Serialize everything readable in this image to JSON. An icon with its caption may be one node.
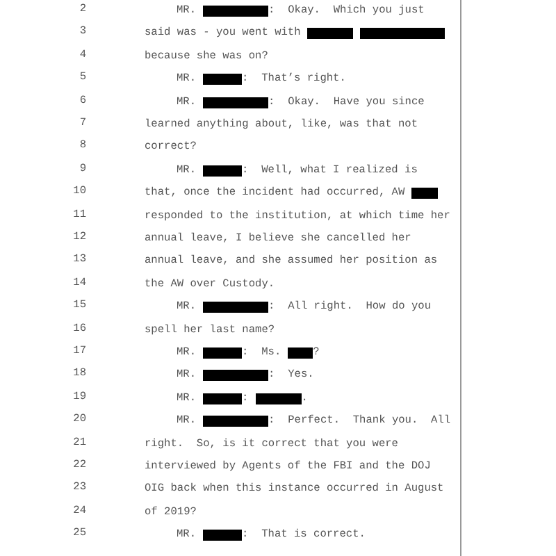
{
  "diagram": {
    "labels": [
      "2",
      "MR.",
      ":  Okay.  Which you just",
      "3",
      "said was - you went with",
      "4",
      "because she was on?",
      "5",
      "MR.",
      ":  That’s right.",
      "6",
      "MR.",
      ":  Okay.  Have you since",
      "7",
      "learned anything about, like, was that not",
      "8",
      "correct?",
      "9",
      "MR.",
      ":  Well, what I realized is",
      "10",
      "that, once the incident had occurred, AW",
      "11",
      "responded to the institution, at which time her",
      "12",
      "annual leave, I believe she cancelled her",
      "13",
      "annual leave, and she assumed her position as",
      "14",
      "the AW over Custody.",
      "15",
      "MR.",
      ":  All right.  How do you",
      "16",
      "spell her last name?",
      "17",
      "MR.",
      ":  Ms.",
      "?",
      "18",
      "MR.",
      ":  Yes.",
      "19",
      "MR.",
      ":",
      ".",
      "20",
      "MR.",
      ":  Perfect.  Thank you.  All",
      "21",
      "right.  So, is it correct that you were",
      "22",
      "interviewed by Agents of the FBI and the DOJ",
      "23",
      "OIG back when this instance occurred in August",
      "24",
      "of 2019?",
      "25",
      "MR.",
      ":  That is correct."
    ]
  }
}
